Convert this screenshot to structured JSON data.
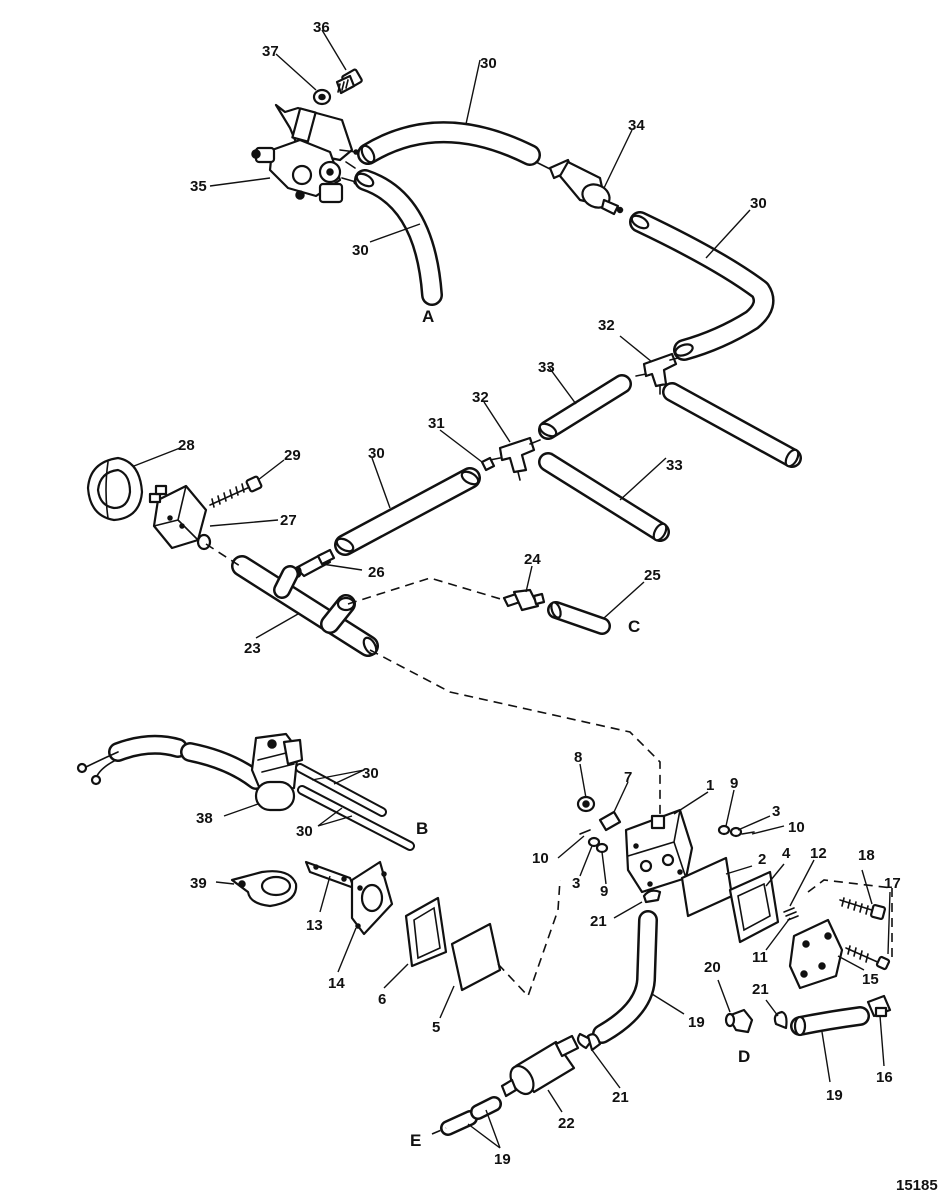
{
  "callouts": [
    {
      "id": "c36",
      "text": "36"
    },
    {
      "id": "c37",
      "text": "37"
    },
    {
      "id": "c30a",
      "text": "30"
    },
    {
      "id": "c34",
      "text": "34"
    },
    {
      "id": "c35",
      "text": "35"
    },
    {
      "id": "c30b",
      "text": "30"
    },
    {
      "id": "c30c",
      "text": "30"
    },
    {
      "id": "c32a",
      "text": "32"
    },
    {
      "id": "c33a",
      "text": "33"
    },
    {
      "id": "c32b",
      "text": "32"
    },
    {
      "id": "c31",
      "text": "31"
    },
    {
      "id": "c30d",
      "text": "30"
    },
    {
      "id": "c28",
      "text": "28"
    },
    {
      "id": "c29",
      "text": "29"
    },
    {
      "id": "c33b",
      "text": "33"
    },
    {
      "id": "c27",
      "text": "27"
    },
    {
      "id": "c26",
      "text": "26"
    },
    {
      "id": "c24",
      "text": "24"
    },
    {
      "id": "c25",
      "text": "25"
    },
    {
      "id": "c23",
      "text": "23"
    },
    {
      "id": "c30e",
      "text": "30"
    },
    {
      "id": "c38",
      "text": "38"
    },
    {
      "id": "c30f",
      "text": "30"
    },
    {
      "id": "c8",
      "text": "8"
    },
    {
      "id": "c7",
      "text": "7"
    },
    {
      "id": "c1",
      "text": "1"
    },
    {
      "id": "c9a",
      "text": "9"
    },
    {
      "id": "c3a",
      "text": "3"
    },
    {
      "id": "c10a",
      "text": "10"
    },
    {
      "id": "c10b",
      "text": "10"
    },
    {
      "id": "c3b",
      "text": "3"
    },
    {
      "id": "c9b",
      "text": "9"
    },
    {
      "id": "c2",
      "text": "2"
    },
    {
      "id": "c4",
      "text": "4"
    },
    {
      "id": "c12",
      "text": "12"
    },
    {
      "id": "c18",
      "text": "18"
    },
    {
      "id": "c17",
      "text": "17"
    },
    {
      "id": "c39",
      "text": "39"
    },
    {
      "id": "c13",
      "text": "13"
    },
    {
      "id": "c14",
      "text": "14"
    },
    {
      "id": "c6",
      "text": "6"
    },
    {
      "id": "c5",
      "text": "5"
    },
    {
      "id": "c21a",
      "text": "21"
    },
    {
      "id": "c11",
      "text": "11"
    },
    {
      "id": "c15",
      "text": "15"
    },
    {
      "id": "c20",
      "text": "20"
    },
    {
      "id": "c21b",
      "text": "21"
    },
    {
      "id": "c19a",
      "text": "19"
    },
    {
      "id": "c16",
      "text": "16"
    },
    {
      "id": "c19b",
      "text": "19"
    },
    {
      "id": "c21c",
      "text": "21"
    },
    {
      "id": "c22",
      "text": "22"
    },
    {
      "id": "c19c",
      "text": "19"
    }
  ],
  "letters": {
    "A": "A",
    "B": "B",
    "C": "C",
    "D": "D",
    "E": "E"
  },
  "figure_ref": "15185"
}
